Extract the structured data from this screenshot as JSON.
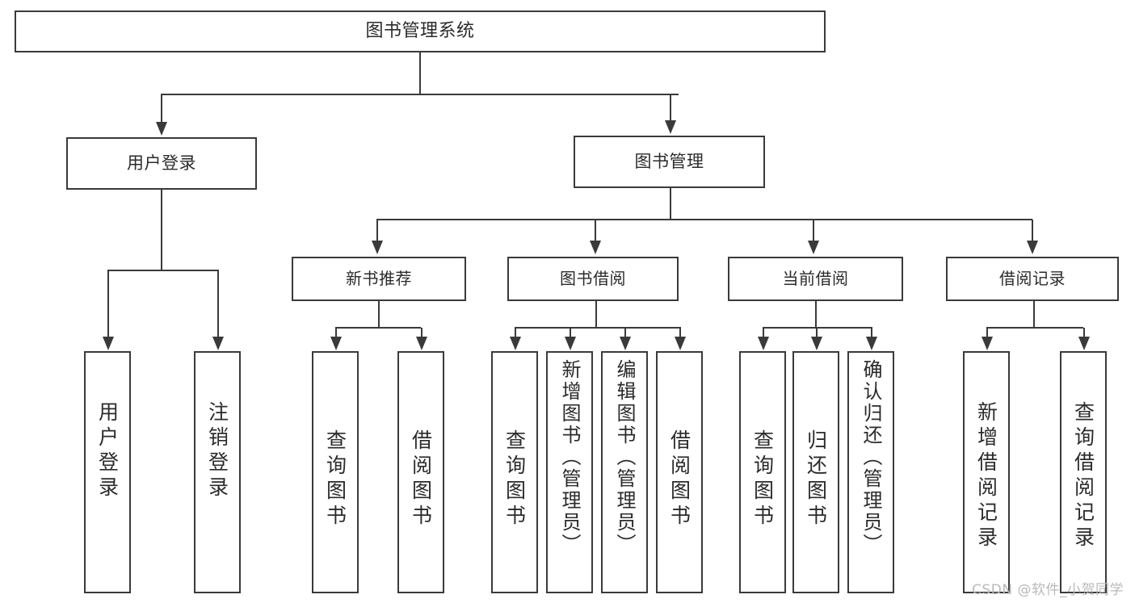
{
  "diagram": {
    "title": "图书管理系统",
    "root": {
      "label": "图书管理系统"
    },
    "level2": [
      {
        "label": "用户登录"
      },
      {
        "label": "图书管理"
      }
    ],
    "level3": [
      {
        "label": "新书推荐"
      },
      {
        "label": "图书借阅"
      },
      {
        "label": "当前借阅"
      },
      {
        "label": "借阅记录"
      }
    ],
    "leaves": {
      "user_login": [
        {
          "label": "用户登录"
        },
        {
          "label": "注销登录"
        }
      ],
      "new_book_rec": [
        {
          "label": "查询图书"
        },
        {
          "label": "借阅图书"
        }
      ],
      "book_borrow": [
        {
          "label": "查询图书"
        },
        {
          "label": "新增图书（管理员）"
        },
        {
          "label": "编辑图书（管理员）"
        },
        {
          "label": "借阅图书"
        }
      ],
      "current_borrow": [
        {
          "label": "查询图书"
        },
        {
          "label": "归还图书"
        },
        {
          "label": "确认归还（管理员）"
        }
      ],
      "borrow_record": [
        {
          "label": "新增借阅记录"
        },
        {
          "label": "查询借阅记录"
        }
      ]
    }
  },
  "watermark": {
    "text": "CSDN @软件_小贺同学"
  },
  "colors": {
    "stroke": "#3a3a3a",
    "text": "#2b2b2b",
    "background": "#ffffff",
    "watermark": "#b9b9b9"
  }
}
